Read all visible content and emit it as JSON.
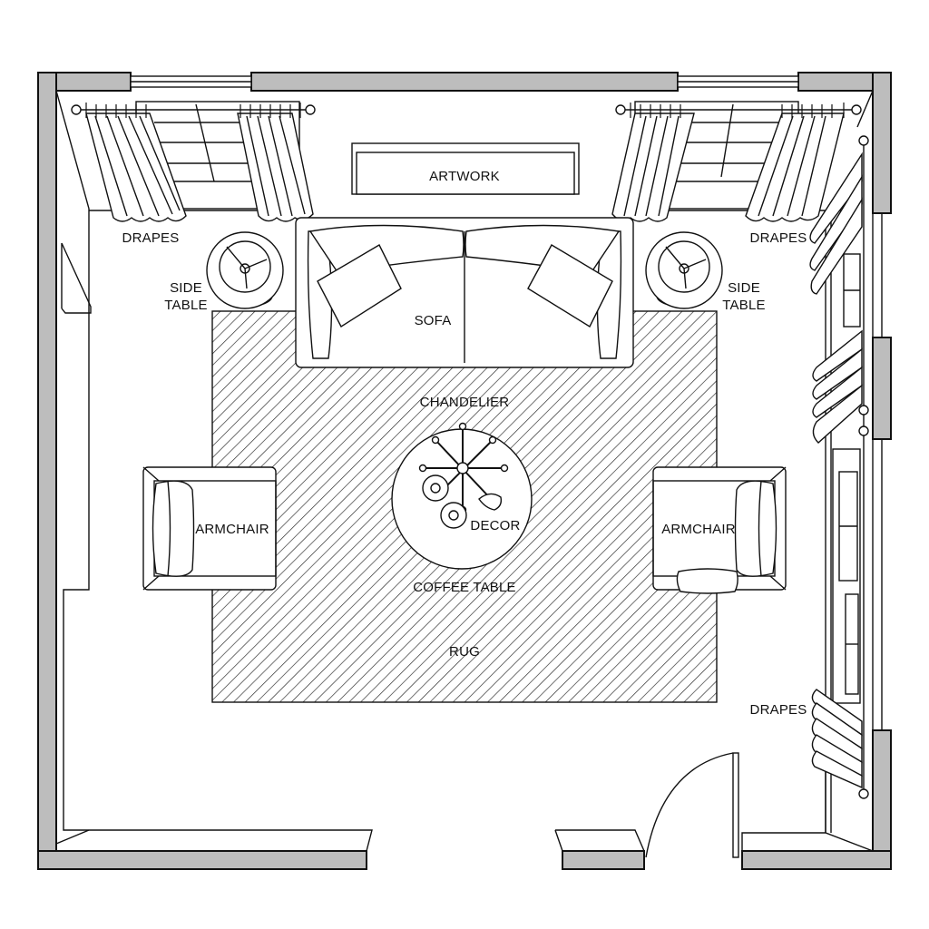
{
  "diagram": {
    "type": "floor-plan",
    "room": "living room",
    "colors": {
      "wall_fill": "#bdbdbd",
      "line": "#111111",
      "background": "#ffffff"
    },
    "labels": {
      "artwork": "ARTWORK",
      "drapes_top_left": "DRAPES",
      "drapes_top_right": "DRAPES",
      "drapes_right": "DRAPES",
      "side_table_left_line1": "SIDE",
      "side_table_left_line2": "TABLE",
      "side_table_right_line1": "SIDE",
      "side_table_right_line2": "TABLE",
      "sofa": "SOFA",
      "chandelier": "CHANDELIER",
      "decor": "DECOR",
      "coffee_table": "COFFEE TABLE",
      "armchair_left": "ARMCHAIR",
      "armchair_right": "ARMCHAIR",
      "rug": "RUG"
    },
    "elements": [
      {
        "name": "artwork",
        "position": "top wall center"
      },
      {
        "name": "sofa",
        "position": "top center, facing down"
      },
      {
        "name": "side-table",
        "count": 2,
        "position": "flanking sofa"
      },
      {
        "name": "coffee-table",
        "shape": "round",
        "position": "center"
      },
      {
        "name": "chandelier",
        "position": "above coffee table"
      },
      {
        "name": "armchair",
        "count": 2,
        "position": "left and right of rug"
      },
      {
        "name": "rug",
        "pattern": "diagonal hatch",
        "position": "center"
      },
      {
        "name": "window",
        "count": 4,
        "position": "top wall x2, right wall x2"
      },
      {
        "name": "door",
        "position": "bottom wall, right of center",
        "swing": "inward"
      }
    ]
  }
}
